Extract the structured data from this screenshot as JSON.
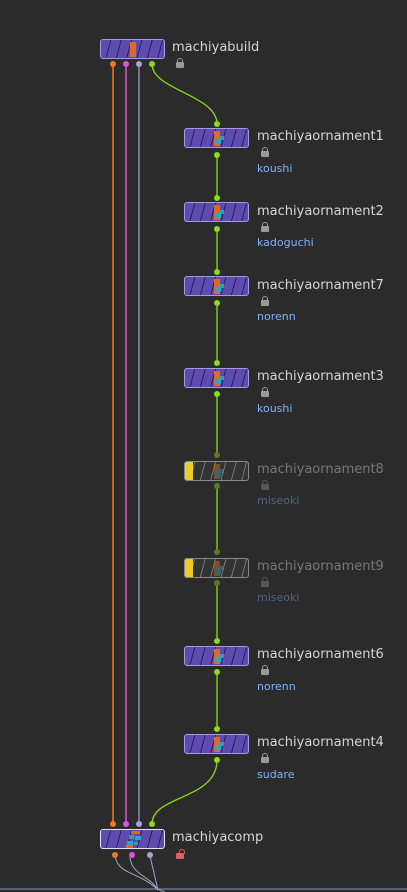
{
  "colors": {
    "background": "#2b2b2b",
    "node_fill": "#5d4bb0",
    "wire_green": "#8fd81a",
    "wire_orange": "#f0781e",
    "wire_magenta": "#e04fe0",
    "wire_lavender": "#a8a0d8",
    "bypass_flag": "#e9cf2d",
    "subtitle": "#7fb2ff"
  },
  "nodes": {
    "build": {
      "name": "machiyabuild",
      "icon": "lock-icon"
    },
    "ornament1": {
      "name": "machiyaornament1",
      "sub": "koushi",
      "bypassed": false
    },
    "ornament2": {
      "name": "machiyaornament2",
      "sub": "kadoguchi",
      "bypassed": false
    },
    "ornament7": {
      "name": "machiyaornament7",
      "sub": "norenn",
      "bypassed": false
    },
    "ornament3": {
      "name": "machiyaornament3",
      "sub": "koushi",
      "bypassed": false
    },
    "ornament8": {
      "name": "machiyaornament8",
      "sub": "miseoki",
      "bypassed": true
    },
    "ornament9": {
      "name": "machiyaornament9",
      "sub": "miseoki",
      "bypassed": true
    },
    "ornament6": {
      "name": "machiyaornament6",
      "sub": "norenn",
      "bypassed": false
    },
    "ornament4": {
      "name": "machiyaornament4",
      "sub": "sudare",
      "bypassed": false
    },
    "comp": {
      "name": "machiyacomp",
      "icon": "unlocked-icon"
    }
  }
}
